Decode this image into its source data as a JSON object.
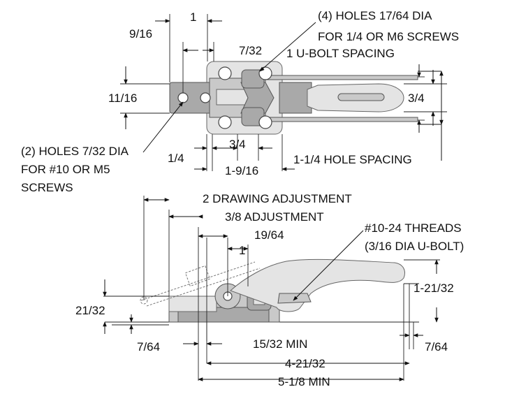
{
  "top_view": {
    "holes_note_line1": "(4) HOLES 17/64 DIA",
    "holes_note_line2": "FOR 1/4 OR M6 SCREWS",
    "dim_9_16": "9/16",
    "dim_1": "1",
    "dim_7_32": "7/32",
    "dim_u_bolt_spacing": "1 U-BOLT SPACING",
    "dim_11_16": "11/16",
    "dim_3_4_right": "3/4",
    "small_holes_line1": "(2) HOLES 7/32 DIA",
    "small_holes_line2": "FOR #10 OR M5",
    "small_holes_line3": "SCREWS",
    "dim_1_4": "1/4",
    "dim_3_4_bottom": "3/4",
    "dim_1_9_16": "1-9/16",
    "dim_hole_spacing": "1-1/4 HOLE SPACING"
  },
  "side_view": {
    "drawing_adjustment": "2 DRAWING ADJUSTMENT",
    "adjustment": "3/8 ADJUSTMENT",
    "dim_19_64": "19/64",
    "dim_1": "1",
    "threads_line1": "#10-24 THREADS",
    "threads_line2": "(3/16 DIA U-BOLT)",
    "dim_1_21_32": "1-21/32",
    "dim_21_32": "21/32",
    "dim_7_64_left": "7/64",
    "dim_15_32_min": "15/32 MIN",
    "dim_7_64_right": "7/64",
    "dim_4_21_32": "4-21/32",
    "dim_5_1_8_min": "5-1/8 MIN"
  }
}
